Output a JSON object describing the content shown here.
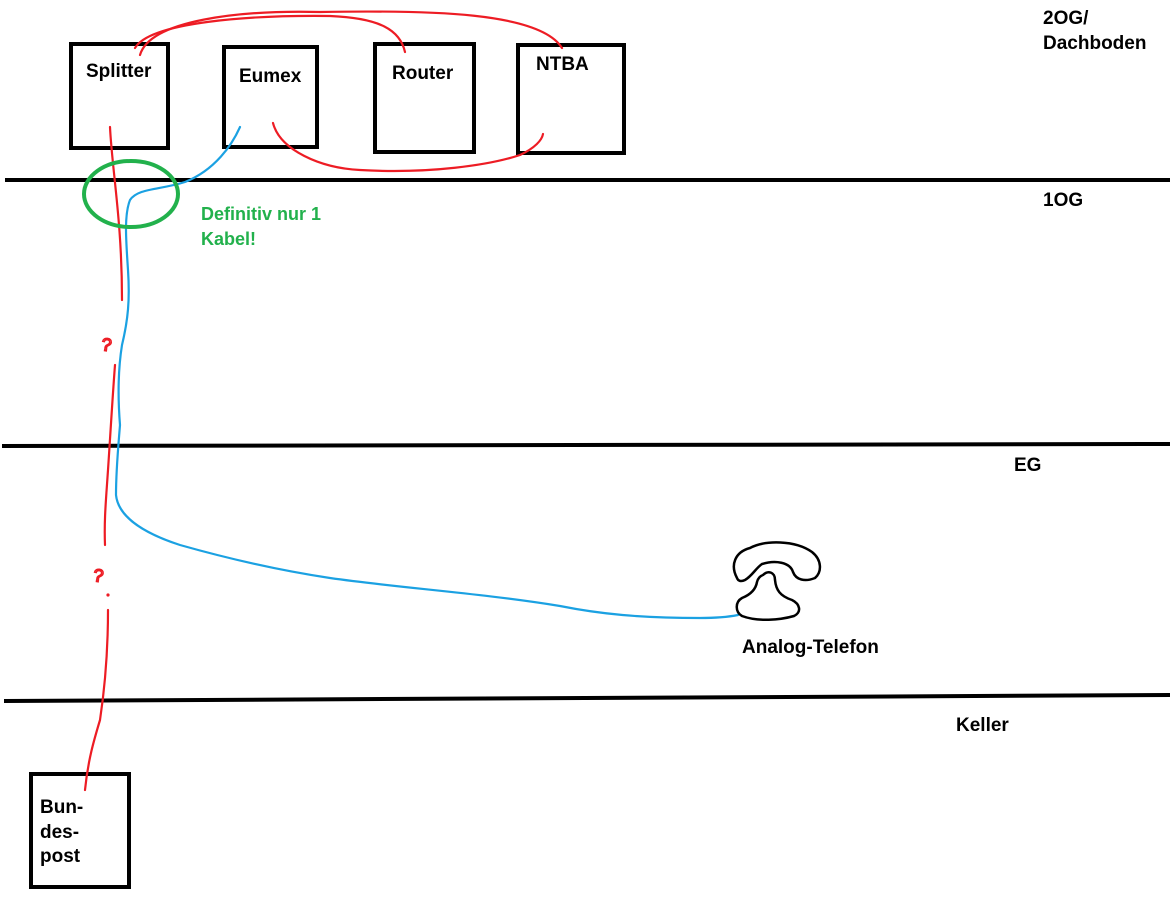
{
  "floors": [
    {
      "id": "2og",
      "label_lines": [
        "2OG/",
        "Dachboden"
      ]
    },
    {
      "id": "1og",
      "label_lines": [
        "1OG"
      ]
    },
    {
      "id": "eg",
      "label_lines": [
        "EG"
      ]
    },
    {
      "id": "keller",
      "label_lines": [
        "Keller"
      ]
    }
  ],
  "devices": {
    "splitter": {
      "label": "Splitter"
    },
    "eumex": {
      "label": "Eumex"
    },
    "router": {
      "label": "Router"
    },
    "ntba": {
      "label": "NTBA"
    },
    "bundespost": {
      "label_lines": [
        "Bun-",
        "des-",
        "post"
      ]
    }
  },
  "annotation": {
    "lines": [
      "Definitiv nur 1",
      "Kabel!"
    ],
    "color": "#22b14c"
  },
  "phone": {
    "label": "Analog-Telefon",
    "icon": "analog-phone-icon"
  },
  "unknown_mark": "?",
  "colors": {
    "red_wire": "#ed1c24",
    "blue_wire": "#1ba1e2",
    "outline": "#000000"
  }
}
